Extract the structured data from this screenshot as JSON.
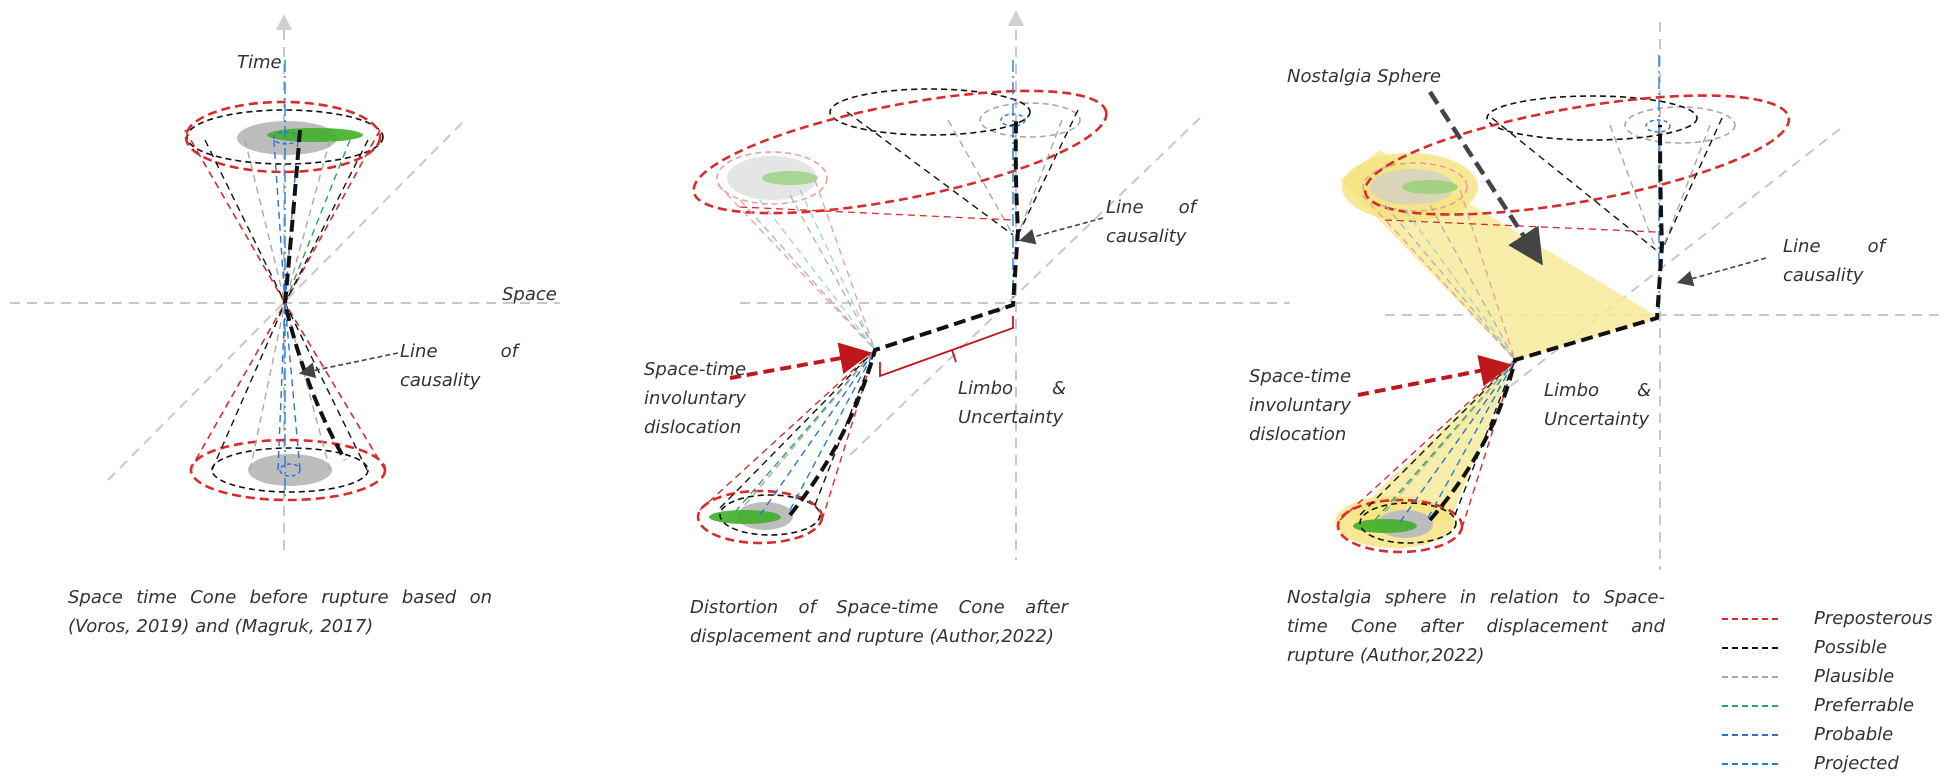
{
  "panel1": {
    "time_label": "Time",
    "space_label": "Space",
    "causality_label": [
      "Line of",
      "causality"
    ],
    "caption": "Space time Cone before rupture based on (Voros, 2019) and (Magruk, 2017)"
  },
  "panel2": {
    "causality_label": [
      "Line of",
      "causality"
    ],
    "dislocation_label": [
      "Space-time",
      "involuntary",
      "dislocation"
    ],
    "limbo_label": [
      "Limbo &",
      "Uncertainty"
    ],
    "caption": "Distortion of Space-time Cone after displacement and rupture (Author,2022)"
  },
  "panel3": {
    "nostalgia_label": "Nostalgia Sphere",
    "causality_label": [
      "Line of",
      "causality"
    ],
    "dislocation_label": [
      "Space-time",
      "involuntary",
      "dislocation"
    ],
    "limbo_label": [
      "Limbo &",
      "Uncertainty"
    ],
    "caption": "Nostalgia sphere in relation to Space-time Cone after displacement and rupture (Author,2022)"
  },
  "legend": [
    {
      "label": "Preposterous",
      "color": "#d92b2b"
    },
    {
      "label": "Possible",
      "color": "#111111"
    },
    {
      "label": "Plausible",
      "color": "#a8a8a8"
    },
    {
      "label": "Preferrable",
      "color": "#2aa65a"
    },
    {
      "label": "Probable",
      "color": "#2d6fd1"
    },
    {
      "label": "Projected",
      "color": "#1e7fd8"
    }
  ],
  "colors": {
    "axis": "#c8c8c8",
    "nostalgia_fill": "#f7eb9a",
    "arrow_red": "#c0171d",
    "ellipse_fill": "#bdbdbd",
    "green_blob": "#3fae2a"
  }
}
